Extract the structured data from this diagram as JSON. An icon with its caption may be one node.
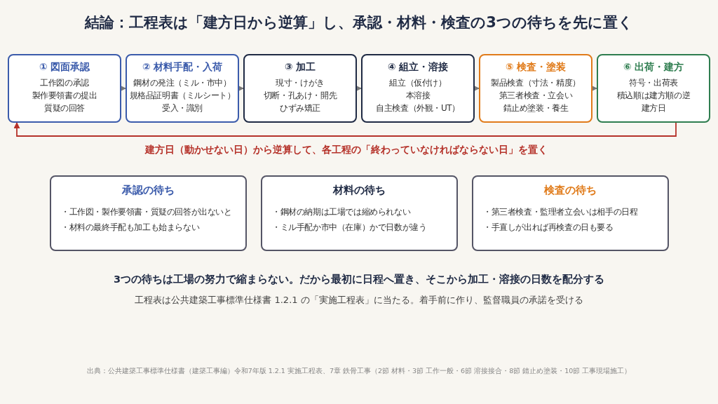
{
  "diagram": {
    "title": "結論：工程表は「建方日から逆算」し、承認・材料・検査の3つの待ちを先に置く",
    "nodes": [
      {
        "text": [
          "① 図面承認",
          "工作図の承認",
          "製作要領書の提出",
          "質疑の回答"
        ]
      },
      {
        "text": [
          "② 材料手配・入荷",
          "鋼材の発注（ミル・市中）",
          "規格品証明書（ミルシート）",
          "受入・識別"
        ]
      },
      {
        "text": [
          "③ 加工",
          "現寸・けがき",
          "切断・孔あけ・開先",
          "ひずみ矯正"
        ]
      },
      {
        "text": [
          "④ 組立・溶接",
          "組立（仮付け）",
          "本溶接",
          "自主検査（外観・UT）"
        ]
      },
      {
        "text": [
          "⑤ 検査・塗装",
          "製品検査（寸法・精度）",
          "第三者検査・立会い",
          "錆止め塗装・養生"
        ]
      },
      {
        "text": [
          "⑥ 出荷・建方",
          "符号・出荷表",
          "積込順は建方順の逆",
          "建方日"
        ]
      },
      {
        "text": [
          "承認の待ち",
          "・工作図・製作要領書・質疑の回答が出ないと",
          "・材料の最終手配も加工も始まらない"
        ]
      },
      {
        "text": [
          "材料の待ち",
          "・鋼材の納期は工場では縮められない",
          "・ミル手配か市中（在庫）かで日数が違う"
        ]
      },
      {
        "text": [
          "検査の待ち",
          "・第三者検査・監理者立会いは相手の日程",
          "・手直しが出れば再検査の日も要る"
        ]
      }
    ],
    "edges": [
      {
        "from": 0,
        "to": 1,
        "arrow": "to"
      },
      {
        "from": 1,
        "to": 2,
        "arrow": "to"
      },
      {
        "from": 2,
        "to": 3,
        "arrow": "to"
      },
      {
        "from": 3,
        "to": 4,
        "arrow": "to"
      },
      {
        "from": 4,
        "to": 5,
        "arrow": "to"
      },
      {
        "from": 5,
        "to": 0,
        "arrow": "to",
        "label": "建方日（動かせない日）から逆算して、各工程の「終わっていなければならない日」を置く",
        "color": "#b5322a"
      }
    ],
    "labels": [
      "3つの待ちは工場の努力で縮まらない。だから最初に日程へ置き、そこから加工・溶接の日数を配分する",
      "工程表は公共建築工事標準仕様書 1.2.1 の「実施工程表」に当たる。着手前に作り、監督職員の承諾を受ける",
      "出典：公共建築工事標準仕様書（建築工事編）令和7年版 1.2.1 実施工程表、7章 鉄骨工事（2節 材料・3節 工作一般・6節 溶接接合・8節 錆止め塗装・10節 工事現場施工）"
    ]
  }
}
